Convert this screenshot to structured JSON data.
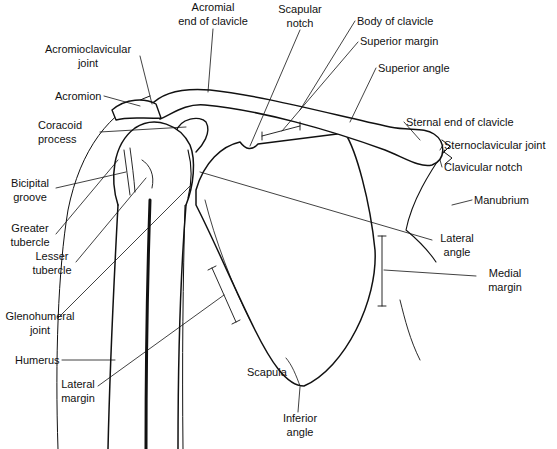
{
  "diagram": {
    "labels": [
      "Acromial end of clavicle",
      "Scapular notch",
      "Body of clavicle",
      "Superior margin",
      "Acromioclavicular joint",
      "Superior angle",
      "Acromion",
      "Sternal end of clavicle",
      "Coracoid process",
      "Sternoclavicular joint",
      "Clavicular notch",
      "Bicipital groove",
      "Manubrium",
      "Greater tubercle",
      "Lateral angle",
      "Lesser tubercle",
      "Medial margin",
      "Glenohumeral joint",
      "Humerus",
      "Scapula",
      "Lateral margin",
      "Inferior angle"
    ]
  }
}
